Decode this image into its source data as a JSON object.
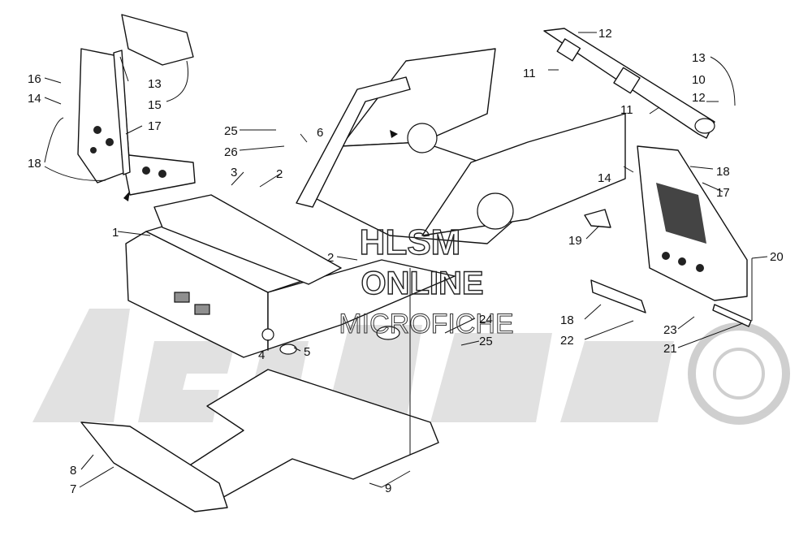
{
  "watermark": {
    "line1": "HLSM",
    "line2": "ONLINE",
    "line3": "MICROFICHE",
    "brand": "ArcticCat"
  },
  "callouts": [
    {
      "id": "c1",
      "label": "1"
    },
    {
      "id": "c2a",
      "label": "2"
    },
    {
      "id": "c2b",
      "label": "2"
    },
    {
      "id": "c3",
      "label": "3"
    },
    {
      "id": "c4",
      "label": "4"
    },
    {
      "id": "c5",
      "label": "5"
    },
    {
      "id": "c6",
      "label": "6"
    },
    {
      "id": "c7",
      "label": "7"
    },
    {
      "id": "c8",
      "label": "8"
    },
    {
      "id": "c9",
      "label": "9"
    },
    {
      "id": "c10",
      "label": "10"
    },
    {
      "id": "c11a",
      "label": "11"
    },
    {
      "id": "c11b",
      "label": "11"
    },
    {
      "id": "c12a",
      "label": "12"
    },
    {
      "id": "c12b",
      "label": "12"
    },
    {
      "id": "c13a",
      "label": "13"
    },
    {
      "id": "c13b",
      "label": "13"
    },
    {
      "id": "c14a",
      "label": "14"
    },
    {
      "id": "c14b",
      "label": "14"
    },
    {
      "id": "c15",
      "label": "15"
    },
    {
      "id": "c16",
      "label": "16"
    },
    {
      "id": "c17a",
      "label": "17"
    },
    {
      "id": "c17b",
      "label": "17"
    },
    {
      "id": "c18a",
      "label": "18"
    },
    {
      "id": "c18b",
      "label": "18"
    },
    {
      "id": "c18c",
      "label": "18"
    },
    {
      "id": "c19",
      "label": "19"
    },
    {
      "id": "c20",
      "label": "20"
    },
    {
      "id": "c21",
      "label": "21"
    },
    {
      "id": "c22",
      "label": "22"
    },
    {
      "id": "c23",
      "label": "23"
    },
    {
      "id": "c24",
      "label": "24"
    },
    {
      "id": "c25a",
      "label": "25"
    },
    {
      "id": "c25b",
      "label": "25"
    },
    {
      "id": "c26",
      "label": "26"
    }
  ]
}
